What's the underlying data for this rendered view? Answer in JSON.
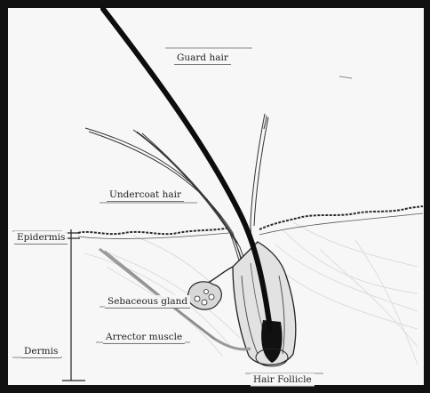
{
  "diagram": {
    "labels": {
      "guard_hair": "Guard hair",
      "undercoat_hair": "Undercoat hair",
      "epidermis": "Epidermis",
      "sebaceous_gland": "Sebaceous gland",
      "arrector_muscle": "Arrector muscle",
      "dermis": "Dermis",
      "hair_follicle": "Hair Follicle"
    },
    "colors": {
      "border": "#111111",
      "paper": "#f2f2f2",
      "ink": "#1a1a1a",
      "shade": "#cfcfcf"
    }
  }
}
